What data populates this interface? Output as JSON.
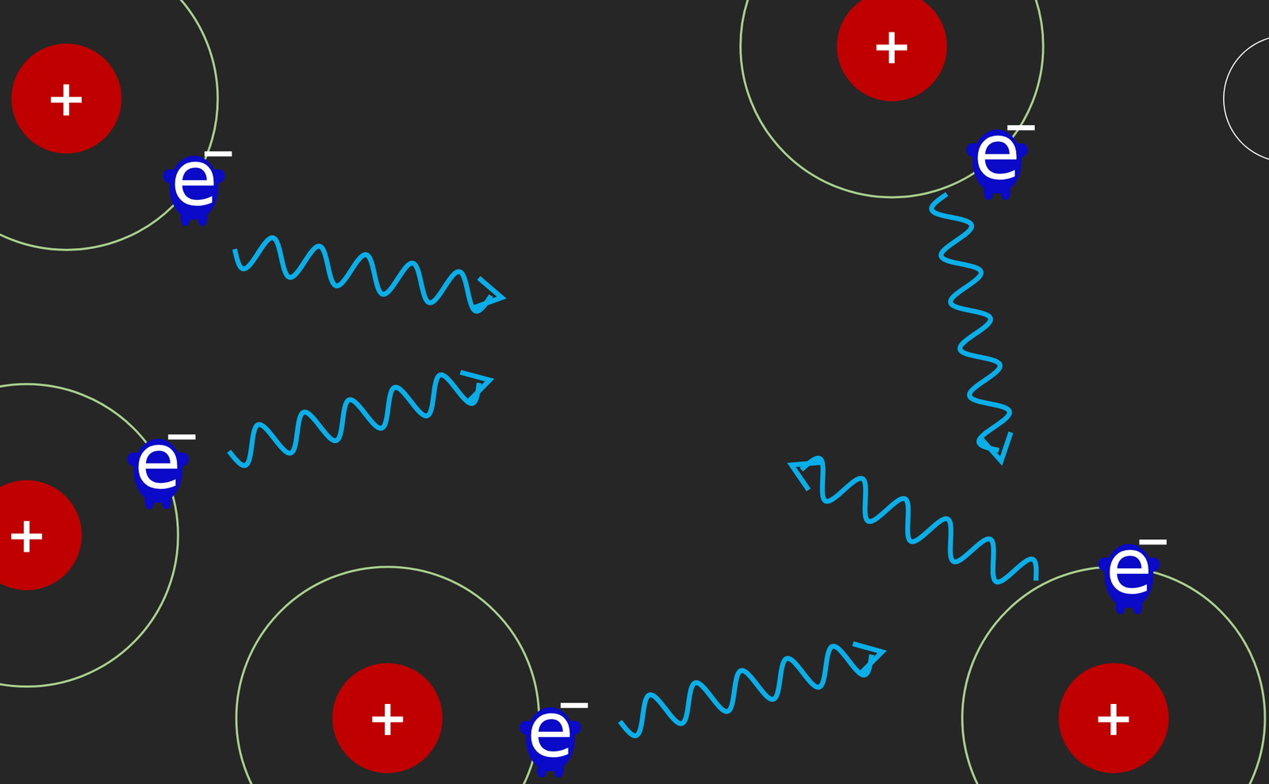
{
  "diagram": {
    "nodes": [
      {
        "text": [
          "+"
        ]
      },
      {
        "text": [
          "e",
          "−"
        ]
      },
      {
        "text": [
          "+"
        ]
      },
      {
        "text": [
          "e",
          "−"
        ]
      },
      {
        "text": [
          "+"
        ]
      },
      {
        "text": [
          "e",
          "−"
        ]
      },
      {
        "text": [
          "+"
        ]
      },
      {
        "text": [
          "e",
          "−"
        ]
      },
      {
        "text": [
          "+"
        ]
      },
      {
        "text": [
          "e",
          "−"
        ]
      }
    ]
  }
}
